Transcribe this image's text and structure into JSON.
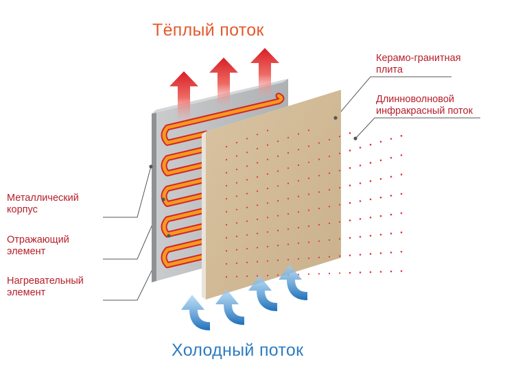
{
  "colors": {
    "warm": "#e25a2e",
    "cold": "#2f7cc0",
    "label": "#b51d2a",
    "leader": "#555555",
    "metal_face": "#bdbfc1",
    "metal_edge": "#8f9294",
    "coil": "#f39a1f",
    "coil_outline": "#d4232a",
    "tile_face": "#d9c3a0",
    "tile_edge": "#f5efe6",
    "ir_dot": "#e0333a"
  },
  "titles": {
    "warm_flow": "Тёплый поток",
    "cold_flow": "Холодный поток"
  },
  "labels": {
    "ceramic_plate": [
      "Керамо-гранитная",
      "плита"
    ],
    "infrared": [
      "Длинноволновой",
      "инфракрасный поток"
    ],
    "metal_case": [
      "Металлический",
      "корпус"
    ],
    "reflector": [
      "Отражающий",
      "элемент"
    ],
    "heater": [
      "Нагревательный",
      "элемент"
    ]
  },
  "icons": {
    "warm_arrows": "up-arrow-icon",
    "cold_arrows": "curved-up-arrow-icon"
  }
}
